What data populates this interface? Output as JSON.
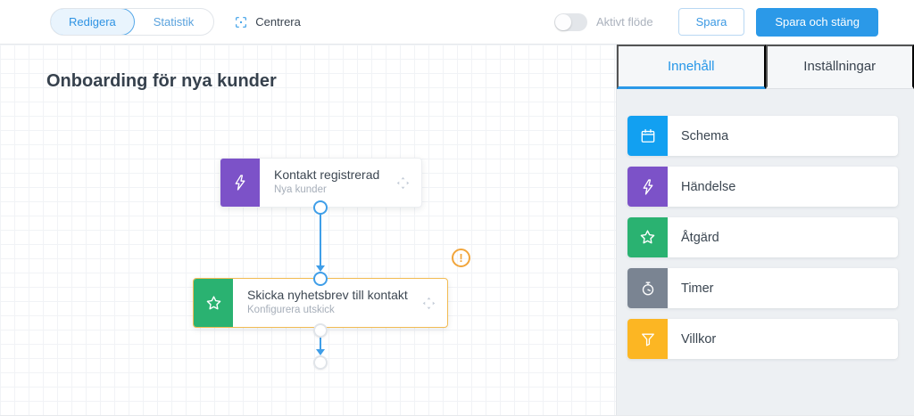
{
  "toolbar": {
    "modes": [
      {
        "label": "Redigera",
        "active": true
      },
      {
        "label": "Statistik",
        "active": false
      }
    ],
    "center_label": "Centrera",
    "active_flow": {
      "label": "Aktivt flöde",
      "on": false
    },
    "save_label": "Spara",
    "save_close_label": "Spara och stäng"
  },
  "canvas": {
    "title": "Onboarding för nya kunder",
    "nodes": [
      {
        "title": "Kontakt registrerad",
        "subtitle": "Nya kunder",
        "icon": "lightning-icon",
        "color": "#7c52c8",
        "selected": false,
        "warning": false
      },
      {
        "title": "Skicka nyhetsbrev till kontakt",
        "subtitle": "Konfigurera utskick",
        "icon": "star-icon",
        "color": "#2ab271",
        "selected": true,
        "warning": true
      }
    ],
    "warning_glyph": "!"
  },
  "sidebar": {
    "tabs": [
      {
        "label": "Innehåll",
        "active": true
      },
      {
        "label": "Inställningar",
        "active": false
      }
    ],
    "items": [
      {
        "label": "Schema",
        "icon": "calendar-icon",
        "color": "#12a0f1"
      },
      {
        "label": "Händelse",
        "icon": "lightning-icon",
        "color": "#7c52c8"
      },
      {
        "label": "Åtgärd",
        "icon": "star-icon",
        "color": "#2ab271"
      },
      {
        "label": "Timer",
        "icon": "stopwatch-icon",
        "color": "#7a8492"
      },
      {
        "label": "Villkor",
        "icon": "funnel-icon",
        "color": "#fcb623"
      }
    ]
  },
  "colors": {
    "accent_blue": "#2b99e8",
    "selected_border": "#f2bb53",
    "warning_orange": "#f1a53b",
    "connector_blue": "#3f9ee8"
  }
}
